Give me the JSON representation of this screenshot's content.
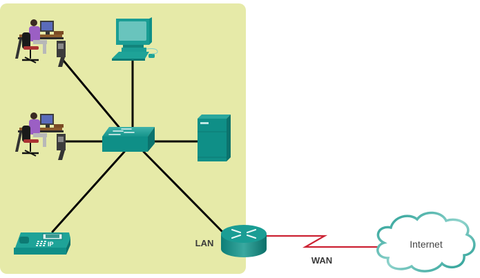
{
  "diagram": {
    "title": "LAN and WAN network topology",
    "colors": {
      "lan_background": "#e6eaa8",
      "device_teal": "#0f8f87",
      "ethernet_link": "#000000",
      "wan_link": "#cc2233",
      "cloud_outline": "#2aa79d"
    },
    "labels": {
      "lan": "LAN",
      "wan": "WAN",
      "internet": "Internet",
      "ip_phone_badge": "IP"
    },
    "nodes": [
      {
        "id": "user-pc-1",
        "type": "workstation-with-user",
        "zone": "LAN"
      },
      {
        "id": "user-pc-2",
        "type": "workstation-with-user",
        "zone": "LAN"
      },
      {
        "id": "desktop-pc",
        "type": "pc",
        "zone": "LAN"
      },
      {
        "id": "switch",
        "type": "switch",
        "zone": "LAN"
      },
      {
        "id": "server",
        "type": "server",
        "zone": "LAN"
      },
      {
        "id": "ip-phone",
        "type": "ip-phone",
        "zone": "LAN"
      },
      {
        "id": "router",
        "type": "router",
        "zone": "LAN edge"
      },
      {
        "id": "internet",
        "type": "cloud",
        "zone": "WAN"
      }
    ],
    "links": [
      {
        "from": "user-pc-1",
        "to": "switch",
        "type": "ethernet"
      },
      {
        "from": "desktop-pc",
        "to": "switch",
        "type": "ethernet"
      },
      {
        "from": "user-pc-2",
        "to": "switch",
        "type": "ethernet"
      },
      {
        "from": "switch",
        "to": "server",
        "type": "ethernet"
      },
      {
        "from": "switch",
        "to": "ip-phone",
        "type": "ethernet"
      },
      {
        "from": "switch",
        "to": "router",
        "type": "ethernet"
      },
      {
        "from": "router",
        "to": "internet",
        "type": "serial-wan"
      }
    ]
  }
}
